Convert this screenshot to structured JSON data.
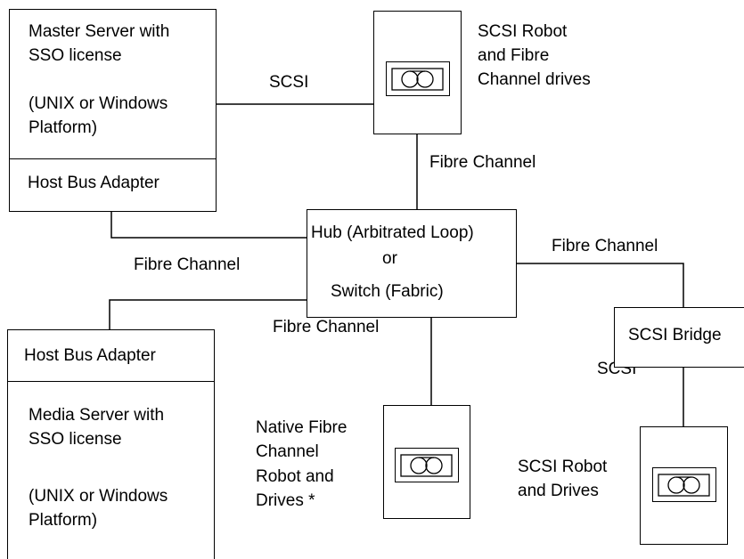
{
  "master": {
    "line1": "Master Server with",
    "line2": "SSO license",
    "line3": "(UNIX or Windows",
    "line4": "Platform)",
    "hba": "Host Bus Adapter"
  },
  "robot_top": {
    "line1": "SCSI Robot",
    "line2": "and Fibre",
    "line3": "Channel drives",
    "link_label": "SCSI"
  },
  "hub": {
    "line1": "Hub (Arbitrated Loop)",
    "line2": "or",
    "line3": "Switch (Fabric)"
  },
  "links": {
    "robot_to_hub": "Fibre Channel",
    "master_to_hub": "Fibre Channel",
    "hub_to_bridge": "Fibre Channel",
    "hub_to_native": "Fibre Channel",
    "bridge_to_robot": "SCSI"
  },
  "bridge": {
    "label": "SCSI Bridge"
  },
  "media": {
    "hba": "Host Bus Adapter",
    "line1": "Media Server with",
    "line2": "SSO license",
    "line3": "(UNIX or Windows",
    "line4": "Platform)"
  },
  "native": {
    "line1": "Native Fibre",
    "line2": "Channel",
    "line3": "Robot and",
    "line4": "Drives *"
  },
  "robot_bottom": {
    "line1": "SCSI Robot",
    "line2": "and Drives"
  }
}
